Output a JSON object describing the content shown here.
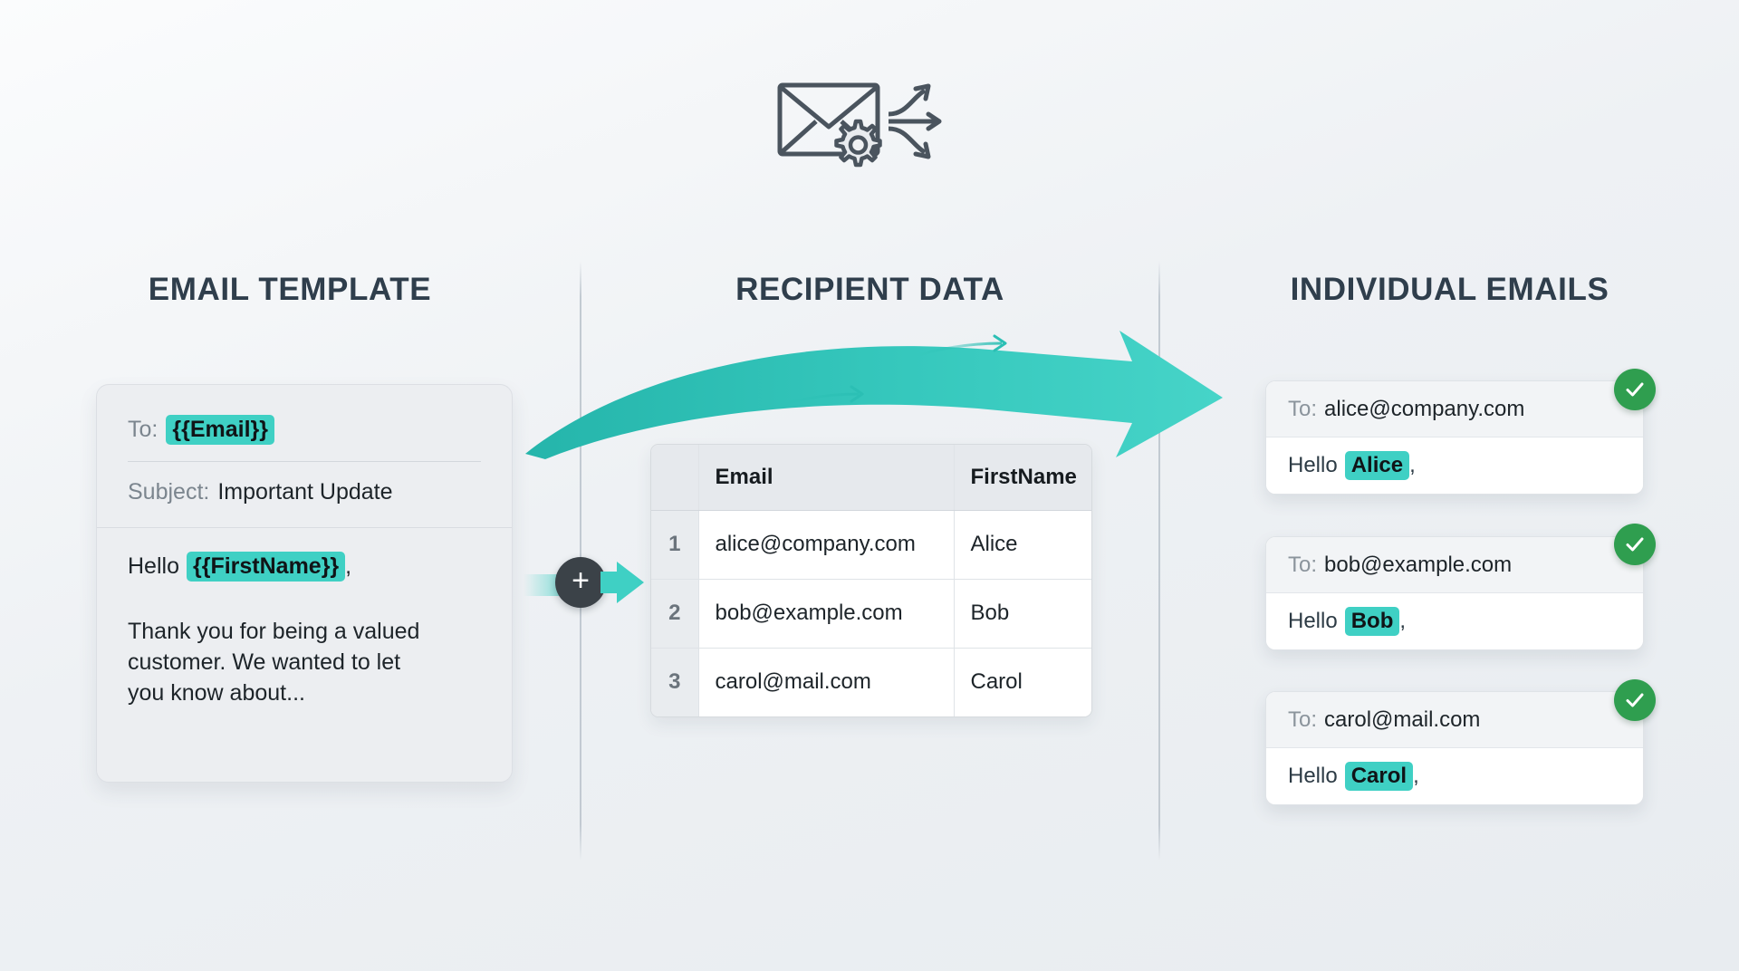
{
  "hero": {
    "icon": "envelope-gear-distribute-icon"
  },
  "columns": {
    "template_title": "EMAIL TEMPLATE",
    "data_title": "RECIPIENT DATA",
    "output_title": "INDIVIDUAL EMAILS"
  },
  "template": {
    "to_label": "To:",
    "to_value": "{{Email}}",
    "subject_label": "Subject:",
    "subject_value": "Important Update",
    "greeting_prefix": "Hello",
    "greeting_token": "{{FirstName}}",
    "greeting_suffix": ",",
    "paragraph": "Thank you for being a valued customer. We wanted to let you know about..."
  },
  "merge": {
    "plus_symbol": "+",
    "arrow": "merge-arrow-icon"
  },
  "table": {
    "headers": [
      "",
      "Email",
      "FirstName"
    ],
    "rows": [
      {
        "index": "1",
        "email": "alice@company.com",
        "firstname": "Alice"
      },
      {
        "index": "2",
        "email": "bob@example.com",
        "firstname": "Bob"
      },
      {
        "index": "3",
        "email": "carol@mail.com",
        "firstname": "Carol"
      }
    ]
  },
  "outputs": [
    {
      "to_label": "To:",
      "to_value": "alice@company.com",
      "greeting_prefix": "Hello",
      "greeting_token": "Alice",
      "greeting_suffix": ",",
      "status": "sent"
    },
    {
      "to_label": "To:",
      "to_value": "bob@example.com",
      "greeting_prefix": "Hello",
      "greeting_token": "Bob",
      "greeting_suffix": ",",
      "status": "sent"
    },
    {
      "to_label": "To:",
      "to_value": "carol@mail.com",
      "greeting_prefix": "Hello",
      "greeting_token": "Carol",
      "greeting_suffix": ",",
      "status": "sent"
    }
  ],
  "colors": {
    "background": "#eef1f4",
    "accent_teal": "#3fd0c4",
    "arrow_teal": "#2bbfb4",
    "success_green": "#2f9e4f",
    "title_ink": "#2f3e4c",
    "icon_gray": "#4a545e"
  }
}
